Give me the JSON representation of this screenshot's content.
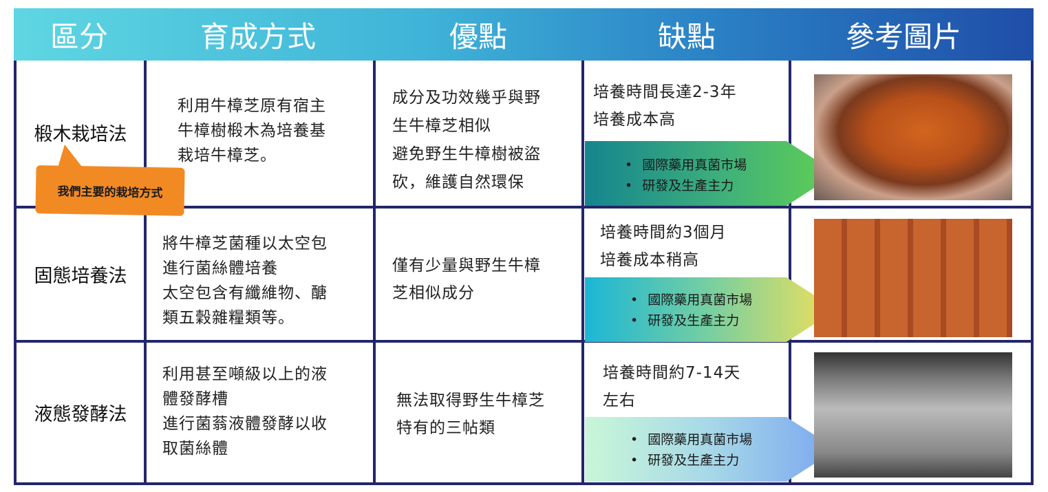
{
  "header": {
    "cols": [
      "區分",
      "育成方式",
      "優點",
      "缺點",
      "參考圖片"
    ]
  },
  "rows": [
    {
      "category": "椴木栽培法",
      "method": [
        "利用牛樟芝原有宿主",
        "牛樟樹椴木為培養基",
        "栽培牛樟芝。"
      ],
      "pros": [
        "成分及功效幾乎與野",
        "生牛樟芝相似",
        "避免野生牛樟樹被盜",
        "砍，維護自然環保"
      ],
      "cons": [
        "培養時間長達2-3年",
        "培養成本高"
      ],
      "bullets": [
        "國際藥用真菌市場",
        "研發及生產主力"
      ],
      "image": "photo-wood-cultivated-antrodia",
      "callout": "我們主要的栽培方式"
    },
    {
      "category": "固態培養法",
      "method": [
        "將牛樟芝菌種以太空包",
        "進行菌絲體培養",
        "太空包含有纖維物、醣",
        "類五穀雜糧類等。"
      ],
      "pros": [
        "僅有少量與野生牛樟",
        "芝相似成分"
      ],
      "cons": [
        "培養時間約3個月",
        "培養成本稍高"
      ],
      "bullets": [
        "國際藥用真菌市場",
        "研發及生產主力"
      ],
      "image": "photo-solid-state-culture"
    },
    {
      "category": "液態發酵法",
      "method": [
        "利用甚至噸級以上的液",
        "體發酵槽",
        "進行菌蓊液體發酵以收",
        "取菌絲體"
      ],
      "pros": [
        "無法取得野生牛樟芝",
        "特有的三帖類"
      ],
      "cons": [
        "培養時間約7-14天",
        "左右"
      ],
      "bullets": [
        "國際藥用真菌市場",
        "研發及生產主力"
      ],
      "image": "photo-fermentation-tanks"
    }
  ],
  "colors": {
    "border": "#23266b",
    "callout": "#f28a24"
  }
}
